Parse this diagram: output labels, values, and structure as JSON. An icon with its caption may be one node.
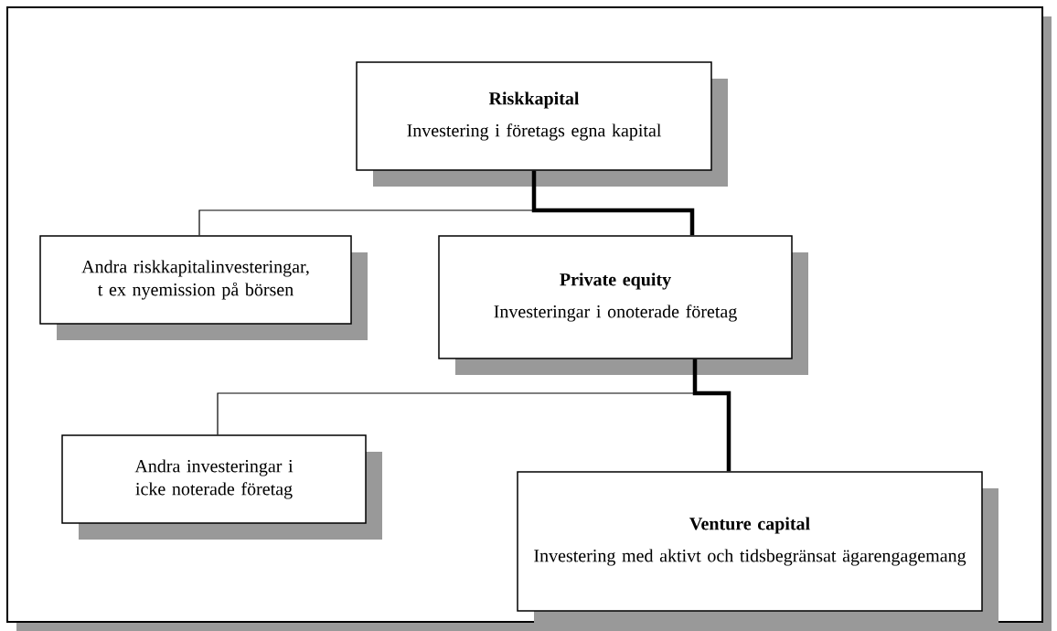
{
  "diagram": {
    "nodes": [
      {
        "text": [
          "Riskkapital",
          "Investering i företags egna kapital"
        ]
      },
      {
        "text": [
          "Andra riskkapitalinvesteringar, t ex nyemission på börsen"
        ]
      },
      {
        "text": [
          "Private equity",
          "Investeringar i onoterade företag"
        ]
      },
      {
        "text": [
          "Andra investeringar i icke noterade företag"
        ]
      },
      {
        "text": [
          "Venture capital",
          "Investering med aktivt och tidsbegränsat ägarengagemang"
        ]
      }
    ],
    "edges": [
      {
        "from": 0,
        "to": 1,
        "arrow": "none"
      },
      {
        "from": 0,
        "to": 2,
        "arrow": "none",
        "style": "thick"
      },
      {
        "from": 2,
        "to": 3,
        "arrow": "none"
      },
      {
        "from": 2,
        "to": 4,
        "arrow": "none",
        "style": "thick"
      }
    ]
  }
}
